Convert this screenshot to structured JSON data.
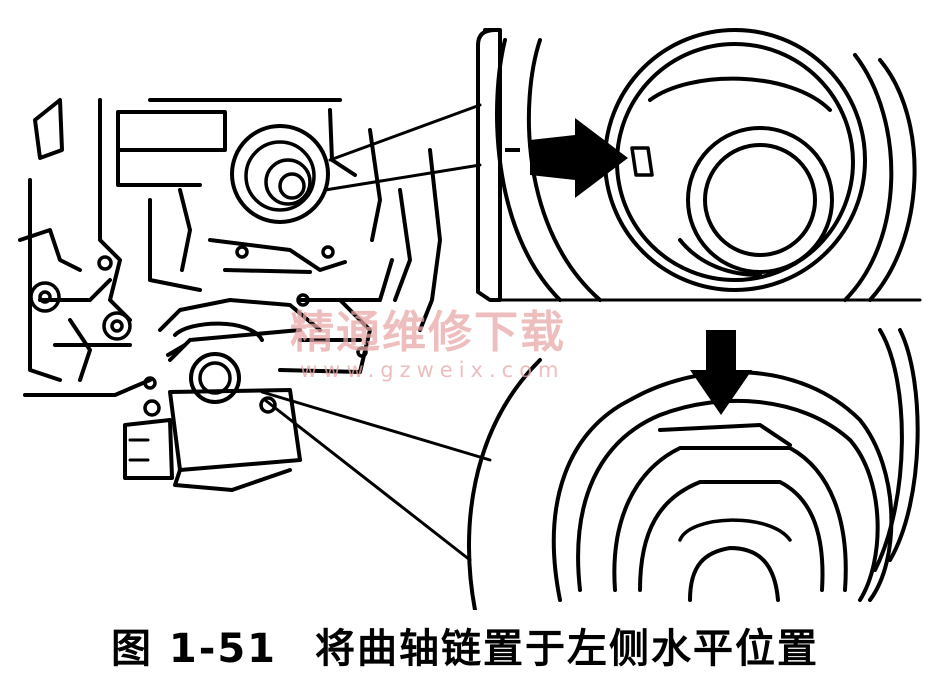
{
  "caption": {
    "figure_number": "图 1-51",
    "text": "将曲轴链置于左侧水平位置"
  },
  "watermark": {
    "text": "精通维修下载",
    "url": "www.gzweix.com"
  },
  "colors": {
    "line": "#000000",
    "background": "#ffffff",
    "watermark": "#e9a9a9"
  }
}
